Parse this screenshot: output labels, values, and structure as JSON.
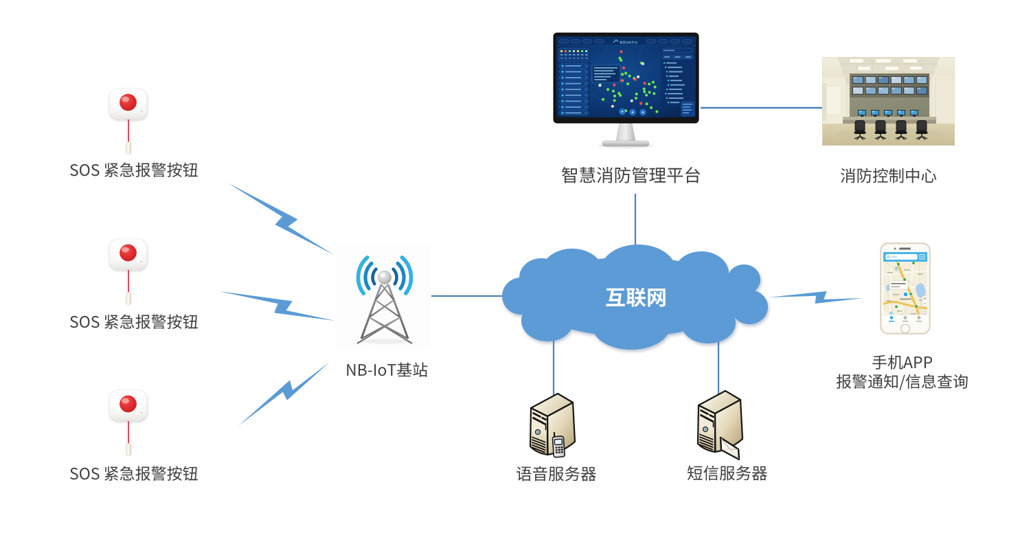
{
  "diagram": {
    "type": "network-architecture",
    "background": "#ffffff",
    "colors": {
      "accent_blue": "#5b9bd5",
      "connector_blue": "#4a81bd",
      "label_gray": "#3f3f3f",
      "cloud_text": "#ffffff"
    },
    "nodes": {
      "sos_button_1": {
        "label": "SOS 紧急报警按钮"
      },
      "sos_button_2": {
        "label": "SOS 紧急报警按钮"
      },
      "sos_button_3": {
        "label": "SOS 紧急报警按钮"
      },
      "base_station": {
        "label": "NB-IoT基站"
      },
      "internet_cloud": {
        "label": "互联网"
      },
      "management_platform": {
        "label": "智慧消防管理平台",
        "screen_title": "智慧消防平台"
      },
      "fire_control_center": {
        "label": "消防控制中心"
      },
      "voice_server": {
        "label": "语音服务器"
      },
      "sms_server": {
        "label": "短信服务器"
      },
      "mobile_app": {
        "label_line1": "手机APP",
        "label_line2": "报警通知/信息查询"
      }
    },
    "connections": [
      {
        "from": "sos_button_1",
        "to": "base_station",
        "style": "lightning-bolt"
      },
      {
        "from": "sos_button_2",
        "to": "base_station",
        "style": "lightning-bolt"
      },
      {
        "from": "sos_button_3",
        "to": "base_station",
        "style": "lightning-bolt"
      },
      {
        "from": "base_station",
        "to": "internet_cloud",
        "style": "line"
      },
      {
        "from": "internet_cloud",
        "to": "management_platform",
        "style": "line"
      },
      {
        "from": "management_platform",
        "to": "fire_control_center",
        "style": "line"
      },
      {
        "from": "internet_cloud",
        "to": "voice_server",
        "style": "line"
      },
      {
        "from": "internet_cloud",
        "to": "sms_server",
        "style": "line"
      },
      {
        "from": "internet_cloud",
        "to": "mobile_app",
        "style": "lightning-bolt"
      }
    ]
  }
}
